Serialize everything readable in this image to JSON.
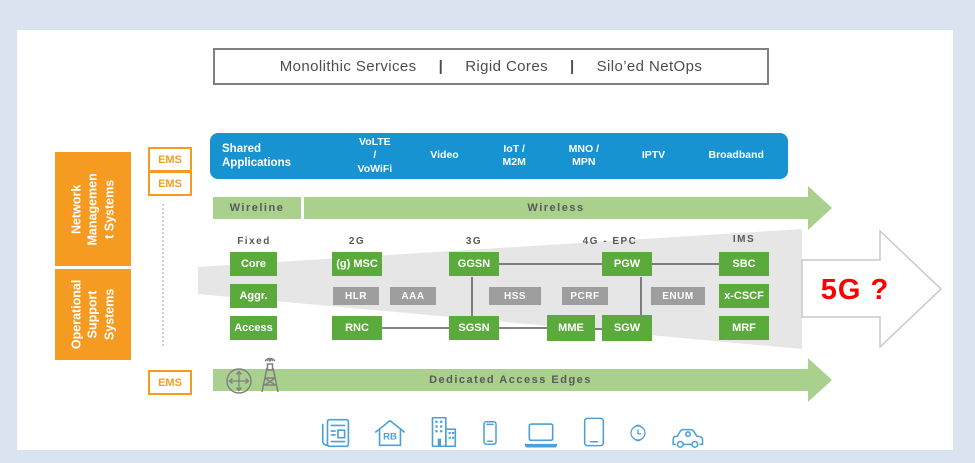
{
  "title_bar": {
    "segments": [
      "Monolithic Services",
      "Rigid Cores",
      "Silo’ed NetOps"
    ],
    "separator": "|"
  },
  "left_panel": {
    "nms_label": "Network\nManagemen\nt Systems",
    "oss_label": "Operational\nSupport\nSystems",
    "ems_top1": "EMS",
    "ems_top2": "EMS",
    "ems_bottom": "EMS"
  },
  "app_bar": {
    "items": [
      {
        "label": "Shared\nApplications"
      },
      {
        "label": "VoLTE\n/\nVoWiFi"
      },
      {
        "label": "Video"
      },
      {
        "label": "IoT /\nM2M"
      },
      {
        "label": "MNO /\nMPN"
      },
      {
        "label": "IPTV"
      },
      {
        "label": "Broadband"
      }
    ]
  },
  "arrows": {
    "wireline": "Wireline",
    "wireless": "Wireless",
    "dedicated": "Dedicated Access Edges"
  },
  "grid": {
    "headers": [
      "Fixed",
      "2G",
      "3G",
      "4G - EPC",
      "IMS"
    ],
    "green_nodes": {
      "core": "Core",
      "aggr": "Aggr.",
      "access": "Access",
      "gmsc": "(g) MSC",
      "rnc": "RNC",
      "ggsn": "GGSN",
      "sgsn": "SGSN",
      "mme": "MME",
      "pgw": "PGW",
      "sgw": "SGW",
      "sbc": "SBC",
      "xcscf": "x-CSCF",
      "mrf": "MRF"
    },
    "gray_nodes": {
      "hlr": "HLR",
      "aaa": "AAA",
      "hss": "HSS",
      "pcrf": "PCRF",
      "enum": "ENUM"
    }
  },
  "future": {
    "label": "5G ?"
  },
  "devices": {
    "home_badge": "RB",
    "items": [
      "newspaper",
      "smart-home",
      "enterprise-building",
      "smartphone",
      "laptop",
      "tablet",
      "smartwatch",
      "connected-car"
    ]
  },
  "access_icons": [
    "router",
    "cell-tower"
  ],
  "colors": {
    "background": "#DAE4F1",
    "orange": "#F59B22",
    "app_bar_blue": "#1793D1",
    "node_green": "#5BAA3C",
    "node_gray": "#9E9E9E",
    "arrow_green": "#A9D18D",
    "wedge_gray": "#E6E6E6",
    "future_red": "#FF0000",
    "device_icon_blue": "#4C9FD7",
    "text_gray": "#595959"
  }
}
